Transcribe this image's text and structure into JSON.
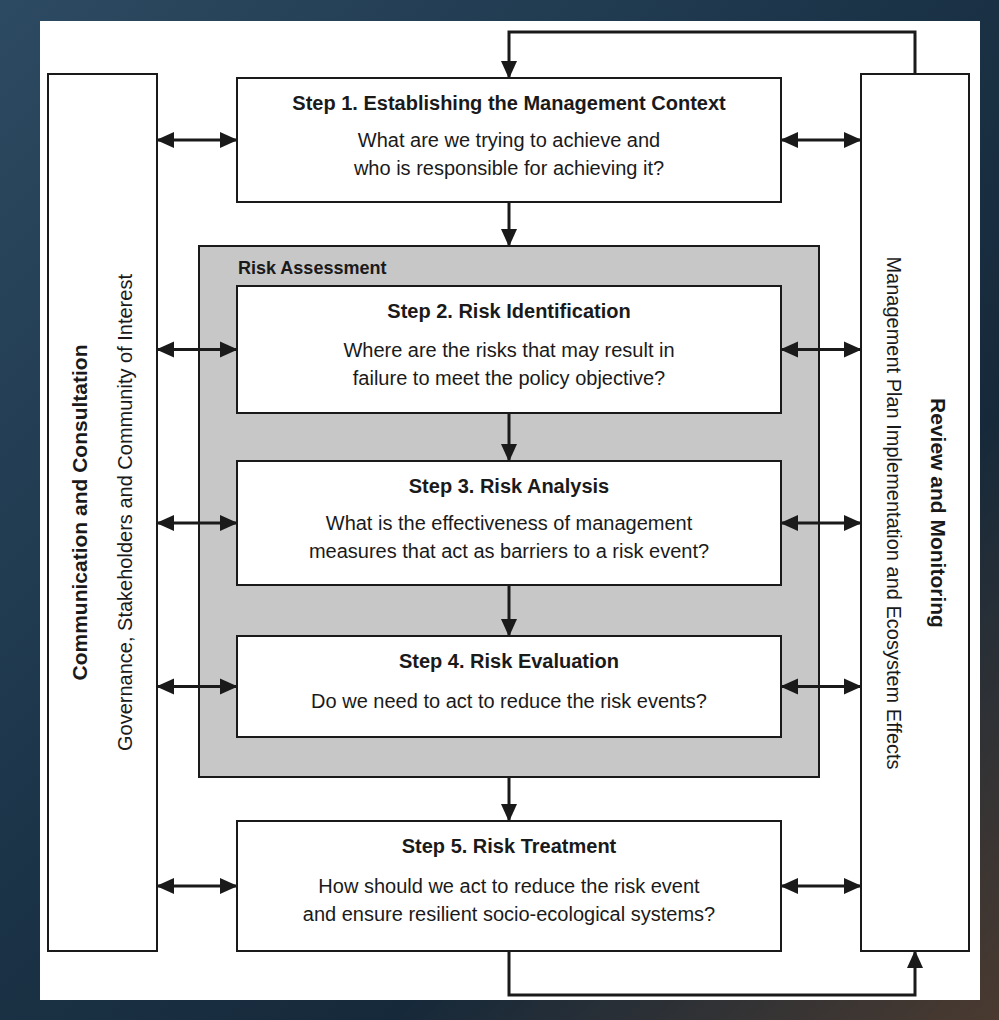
{
  "diagram": {
    "nodes": [
      {
        "text": [
          "Communication and Consultation",
          "Governance, Stakeholders and Community of Interest"
        ]
      },
      {
        "text": [
          "Step 1. Establishing the Management Context",
          "What are we trying to achieve and who is responsible for achieving it?"
        ]
      },
      {
        "text": [
          "Risk Assessment"
        ]
      },
      {
        "text": [
          "Step 2. Risk Identification",
          "Where are the risks that may result in failure to meet the policy objective?"
        ],
        "in": 2
      },
      {
        "text": [
          "Step 3. Risk Analysis",
          "What is the effectiveness of management measures that act as barriers to a risk event?"
        ],
        "in": 2
      },
      {
        "text": [
          "Step 4. Risk Evaluation",
          "Do we need to act to reduce the risk events?"
        ],
        "in": 2
      },
      {
        "text": [
          "Step 5. Risk Treatment",
          "How should we act to reduce the risk event and ensure resilient socio-ecological systems?"
        ]
      },
      {
        "text": [
          "Review and Monitoring",
          "Management Plan Implementation and Ecosystem Effects"
        ]
      }
    ],
    "edges": [
      {
        "from": 0,
        "to": 1,
        "arrow": "both"
      },
      {
        "from": 1,
        "to": 7,
        "arrow": "both"
      },
      {
        "from": 0,
        "to": 3,
        "arrow": "both"
      },
      {
        "from": 3,
        "to": 7,
        "arrow": "both"
      },
      {
        "from": 0,
        "to": 4,
        "arrow": "both"
      },
      {
        "from": 4,
        "to": 7,
        "arrow": "both"
      },
      {
        "from": 0,
        "to": 5,
        "arrow": "both"
      },
      {
        "from": 5,
        "to": 7,
        "arrow": "both"
      },
      {
        "from": 0,
        "to": 6,
        "arrow": "both"
      },
      {
        "from": 6,
        "to": 7,
        "arrow": "both"
      },
      {
        "from": 1,
        "to": 2,
        "arrow": "to"
      },
      {
        "from": 3,
        "to": 4,
        "arrow": "to"
      },
      {
        "from": 4,
        "to": 5,
        "arrow": "to"
      },
      {
        "from": 2,
        "to": 6,
        "arrow": "to"
      },
      {
        "from": 6,
        "to": 7,
        "arrow": "to"
      },
      {
        "from": 7,
        "to": 1,
        "arrow": "to"
      }
    ]
  }
}
